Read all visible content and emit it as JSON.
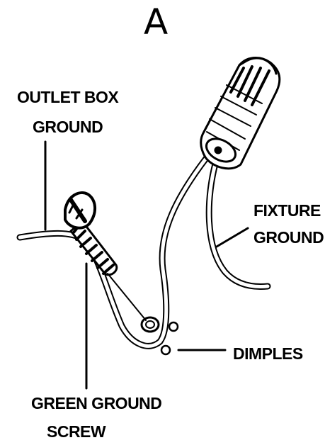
{
  "title": "A",
  "labels": {
    "outlet_box_ground_line1": "OUTLET BOX",
    "outlet_box_ground_line2": "GROUND",
    "fixture_ground_line1": "FIXTURE",
    "fixture_ground_line2": "GROUND",
    "dimples": "DIMPLES",
    "green_ground_screw_line1": "GREEN GROUND",
    "green_ground_screw_line2": "SCREW"
  },
  "colors": {
    "ink": "#000000",
    "background": "#ffffff"
  }
}
